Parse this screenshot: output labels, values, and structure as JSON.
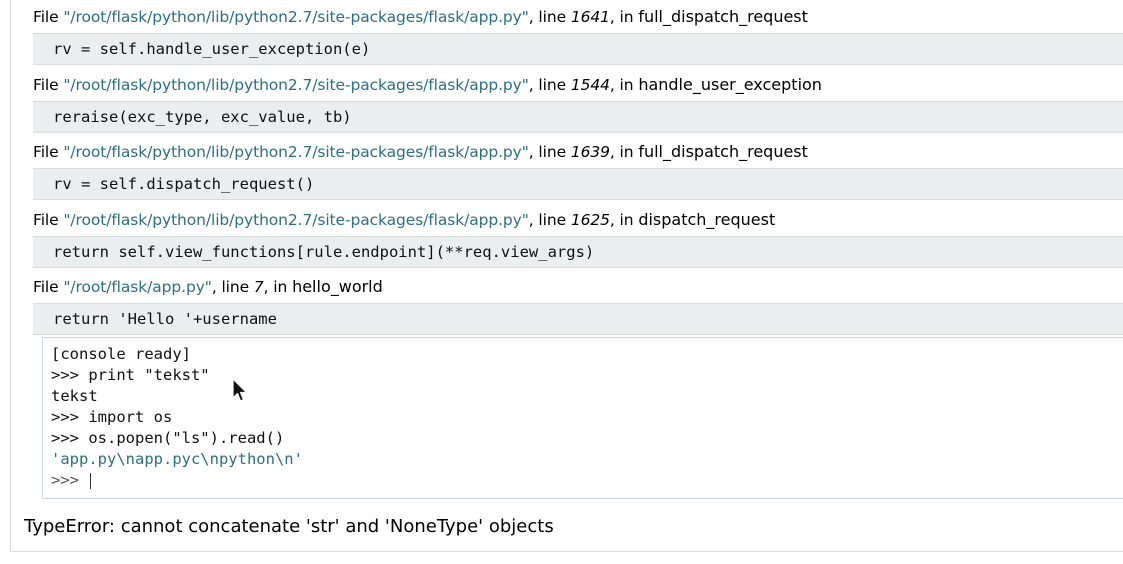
{
  "frames": [
    {
      "prefix": "File ",
      "filename": "\"/root/flask/python/lib/python2.7/site-packages/flask/app.py\"",
      "line_label": ", line ",
      "lineno": "1641",
      "in_label": ", in ",
      "function": "full_dispatch_request",
      "source": "rv = self.handle_user_exception(e)"
    },
    {
      "prefix": "File ",
      "filename": "\"/root/flask/python/lib/python2.7/site-packages/flask/app.py\"",
      "line_label": ", line ",
      "lineno": "1544",
      "in_label": ", in ",
      "function": "handle_user_exception",
      "source": "reraise(exc_type, exc_value, tb)"
    },
    {
      "prefix": "File ",
      "filename": "\"/root/flask/python/lib/python2.7/site-packages/flask/app.py\"",
      "line_label": ", line ",
      "lineno": "1639",
      "in_label": ", in ",
      "function": "full_dispatch_request",
      "source": "rv = self.dispatch_request()"
    },
    {
      "prefix": "File ",
      "filename": "\"/root/flask/python/lib/python2.7/site-packages/flask/app.py\"",
      "line_label": ", line ",
      "lineno": "1625",
      "in_label": ", in ",
      "function": "dispatch_request",
      "source": "return self.view_functions[rule.endpoint](**req.view_args)"
    },
    {
      "prefix": "File ",
      "filename": "\"/root/flask/app.py\"",
      "line_label": ", line ",
      "lineno": "7",
      "in_label": ", in ",
      "function": "hello_world",
      "source": "return 'Hello '+username"
    }
  ],
  "console": {
    "lines": [
      "[console ready]",
      ">>> print \"tekst\"",
      "tekst",
      ">>> import os",
      ">>> os.popen(\"ls\").read()"
    ],
    "result": "'app.py\\napp.pyc\\npython\\n'",
    "prompt": ">>> ",
    "input_value": ""
  },
  "error": {
    "message": "TypeError: cannot concatenate 'str' and 'NoneType' objects"
  },
  "colors": {
    "filename": "#2e6f80",
    "source_bg": "#eaeeee",
    "border": "#dadada"
  },
  "icons": {
    "mouse_cursor": "arrow-pointer-icon"
  }
}
